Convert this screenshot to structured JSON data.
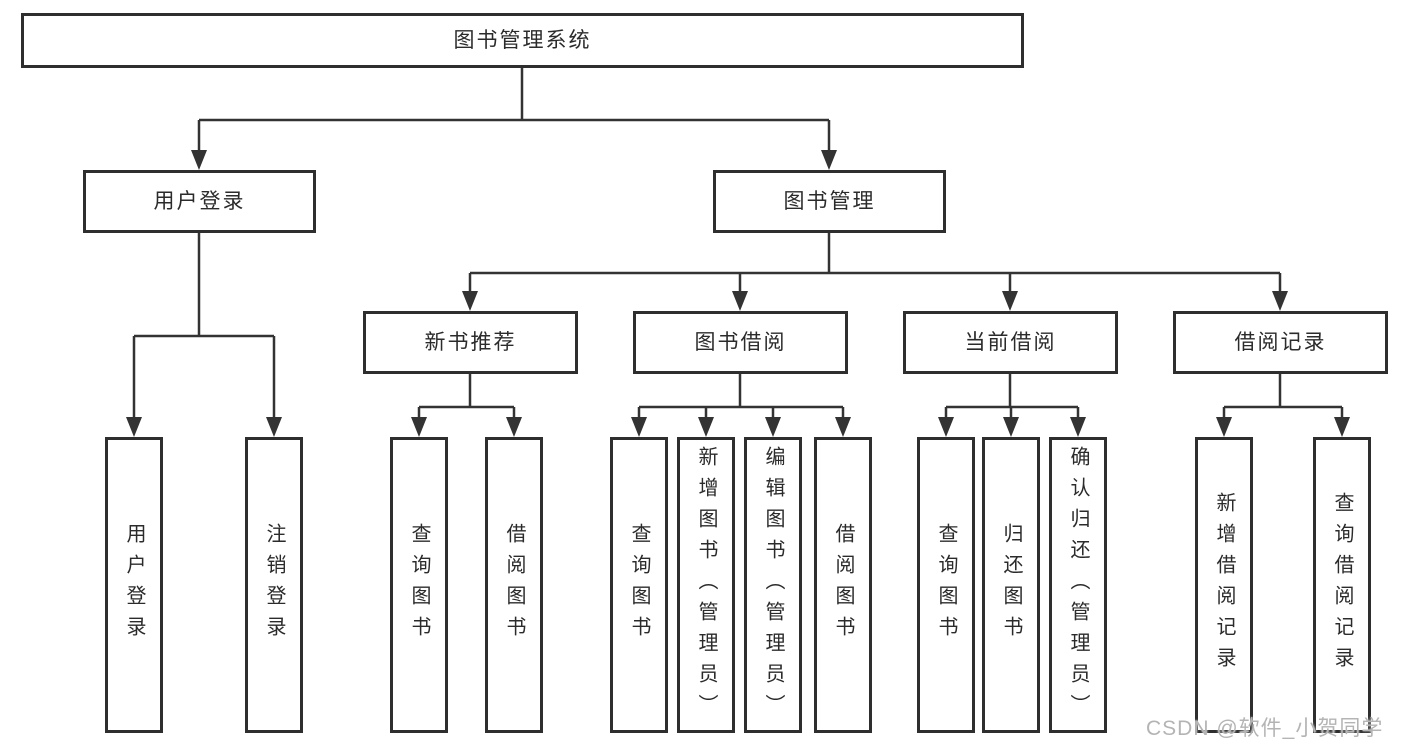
{
  "tree": {
    "root": {
      "label": "图书管理系统"
    },
    "children": [
      {
        "label": "用户登录",
        "children": [
          {
            "label": "用户登录"
          },
          {
            "label": "注销登录"
          }
        ]
      },
      {
        "label": "图书管理",
        "children": [
          {
            "label": "新书推荐",
            "children": [
              {
                "label": "查询图书"
              },
              {
                "label": "借阅图书"
              }
            ]
          },
          {
            "label": "图书借阅",
            "children": [
              {
                "label": "查询图书"
              },
              {
                "label": "新增图书（管理员）"
              },
              {
                "label": "编辑图书（管理员）"
              },
              {
                "label": "借阅图书"
              }
            ]
          },
          {
            "label": "当前借阅",
            "children": [
              {
                "label": "查询图书"
              },
              {
                "label": "归还图书"
              },
              {
                "label": "确认归还（管理员）"
              }
            ]
          },
          {
            "label": "借阅记录",
            "children": [
              {
                "label": "新增借阅记录"
              },
              {
                "label": "查询借阅记录"
              }
            ]
          }
        ]
      }
    ]
  },
  "watermark": {
    "text": "CSDN @软件_小贺同学"
  },
  "colors": {
    "line": "#333333",
    "box_border": "#2e2e2e",
    "box_bg": "#ffffff",
    "text": "#2b2b2b",
    "watermark": "#b4b4b4"
  }
}
